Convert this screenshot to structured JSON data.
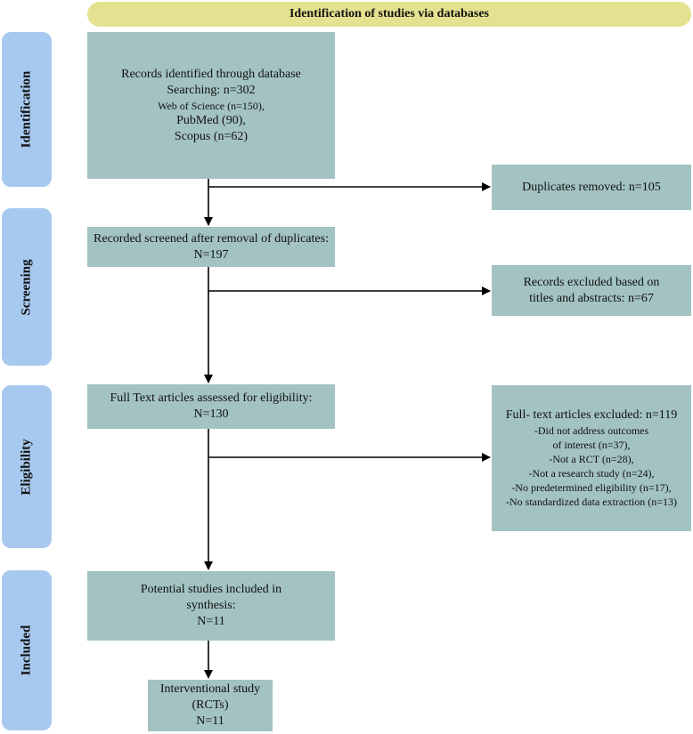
{
  "header": {
    "title": "Identification of studies via databases"
  },
  "phases": {
    "identification": "Identification",
    "screening": "Screening",
    "eligibility": "Eligibility",
    "included": "Included"
  },
  "boxes": {
    "identified": {
      "line1": "Records identified through database",
      "line2": "Searching: n=302",
      "line3": "Web of Science (n=150),",
      "line4": "PubMed (90),",
      "line5": "Scopus (n=62)"
    },
    "duplicates": {
      "line1": "Duplicates removed: n=105"
    },
    "screened": {
      "line1": "Recorded screened after removal of duplicates:",
      "line2": "N=197"
    },
    "excluded_titles": {
      "line1": "Records excluded based on",
      "line2": "titles and abstracts: n=67"
    },
    "fulltext": {
      "line1": "Full Text articles assessed for eligibility:",
      "line2": "N=130"
    },
    "fulltext_excluded": {
      "line1": "Full- text articles excluded: n=119",
      "items": [
        "-Did not address outcomes",
        "of interest (n=37),",
        "-Not a RCT (n=28),",
        "-Not a research study (n=24),",
        "-No predetermined eligibility (n=17),",
        "-No standardized data extraction (n=13)"
      ]
    },
    "synthesis": {
      "line1": "Potential studies included in",
      "line2": "synthesis:",
      "line3": "N=11"
    },
    "interventional": {
      "line1": "Interventional study",
      "line2": "(RCTs)",
      "line3": "N=11"
    }
  },
  "colors": {
    "header": "#e4e290",
    "phase": "#a8c9ef",
    "box": "#a3c2c2",
    "arrow": "#000000"
  }
}
